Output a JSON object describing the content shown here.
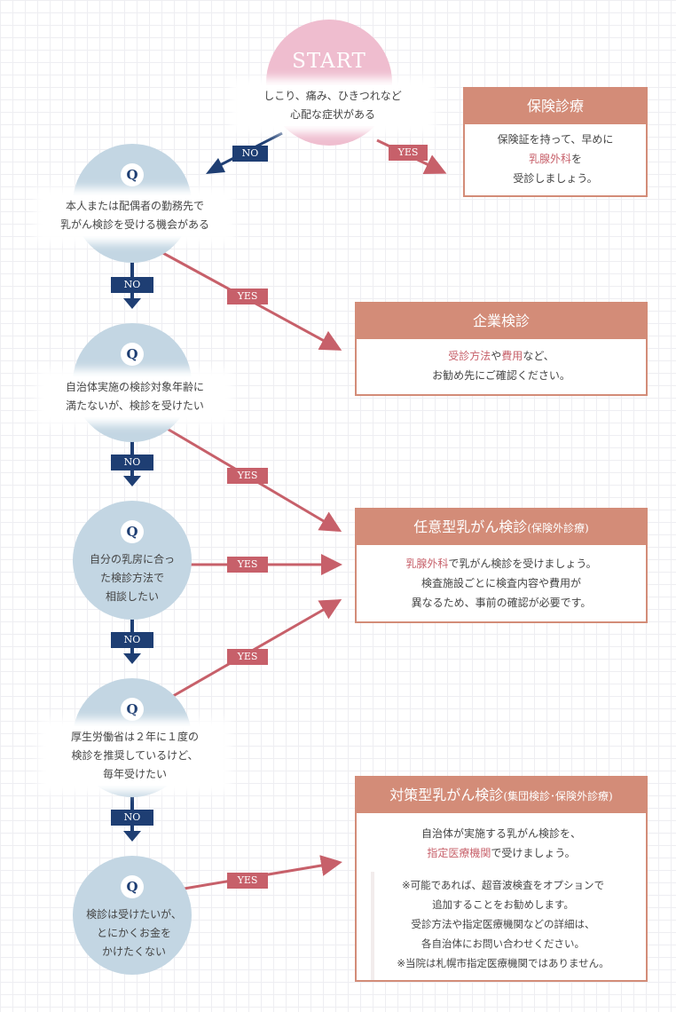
{
  "start": {
    "title": "START",
    "question": "しこり、痛み、ひきつれなど\n心配な症状がある"
  },
  "q_mark": "Q",
  "questions": [
    {
      "text": "本人または配偶者の勤務先で\n乳がん検診を受ける機会がある"
    },
    {
      "text": "自治体実施の検診対象年齢に\n満たないが、検診を受けたい"
    },
    {
      "text": "自分の乳房に合っ\nた検診方法で\n相談したい"
    },
    {
      "text": "厚生労働省は２年に１度の\n検診を推奨しているけど、\n毎年受けたい"
    },
    {
      "text": "検診は受けたいが、\nとにかくお金を\nかけたくない"
    }
  ],
  "labels": {
    "no": "NO",
    "yes": "YES"
  },
  "results": {
    "insurance": {
      "title": "保険診療",
      "line1": "保険証を持って、早めに",
      "highlight": "乳腺外科",
      "line2_suffix": "を",
      "line3": "受診しましょう。"
    },
    "company": {
      "title": "企業検診",
      "hl1": "受診方法",
      "mid": "や",
      "hl2": "費用",
      "tail": "など、",
      "line2": "お勧め先にご確認ください。"
    },
    "optional": {
      "title": "任意型乳がん検診",
      "title_sub": "(保険外診療)",
      "highlight": "乳腺外科",
      "line1_rest": "で乳がん検診を受けましょう。",
      "line2": "検査施設ごとに検査内容や費用が",
      "line3": "異なるため、事前の確認が必要です。"
    },
    "municipal": {
      "title": "対策型乳がん検診",
      "title_sub": "(集団検診･保険外診療)",
      "line1": "自治体が実施する乳がん検診を、",
      "highlight": "指定医療機関",
      "line2_rest": "で受けましょう。",
      "note": "※可能であれば、超音波検査をオプションで\n追加することをお勧めします。\n受診方法や指定医療機関などの詳細は、\n各自治体にお問い合わせください。\n※当院は札幌市指定医療機関ではありません。"
    }
  },
  "colors": {
    "navy": "#1e3e73",
    "rose": "#c7606a",
    "box_header": "#d38c78",
    "circle_blue": "#c3d6e3",
    "circle_pink": "#efbdcf"
  }
}
